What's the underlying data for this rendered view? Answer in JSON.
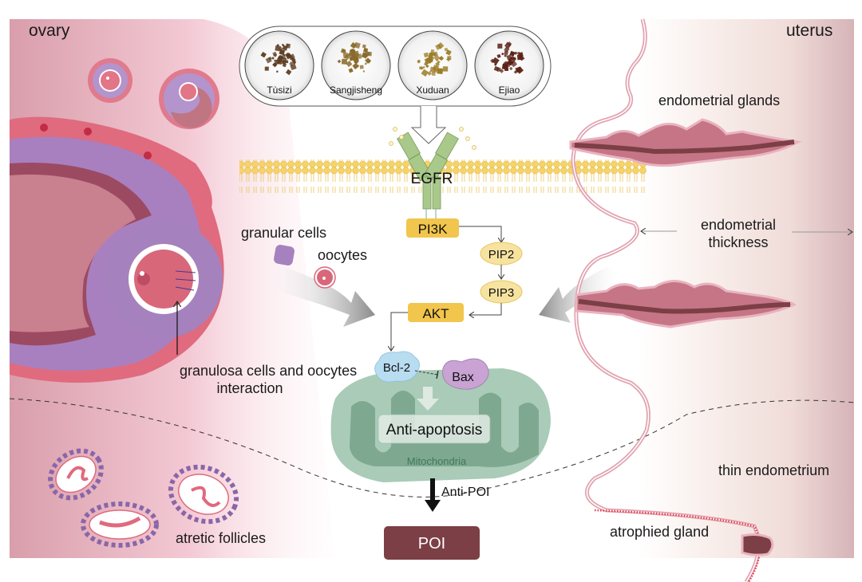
{
  "regions": {
    "ovary": "ovary",
    "uterus": "uterus"
  },
  "herbs": [
    {
      "name": "Tusizi",
      "display": "Tùsizi",
      "color": "#5a3a1e"
    },
    {
      "name": "Sangjisheng",
      "display": "Sangjisheng",
      "color": "#8a6a2a"
    },
    {
      "name": "Xuduan",
      "display": "Xuduan",
      "color": "#9a7a25"
    },
    {
      "name": "Ejiao",
      "display": "Ejiao",
      "color": "#5a2215"
    }
  ],
  "pathway": {
    "receptor": "EGFR",
    "pi3k": "PI3K",
    "pip2": "PIP2",
    "pip3": "PIP3",
    "akt": "AKT",
    "bcl2": "Bcl-2",
    "bax": "Bax",
    "anti_apoptosis": "Anti-apoptosis",
    "mitochondria": "Mitochondria",
    "anti_poi": "Anti-POI",
    "poi": "POI"
  },
  "ovary_labels": {
    "granular_cells": "granular cells",
    "oocytes": "oocytes",
    "interaction_line1": "granulosa cells and oocytes",
    "interaction_line2": "interaction",
    "atretic": "atretic follicles"
  },
  "uterus_labels": {
    "glands": "endometrial glands",
    "thickness_line1": "endometrial",
    "thickness_line2": "thickness",
    "thin": "thin endometrium",
    "atrophied": "atrophied gland"
  },
  "colors": {
    "ovary_bg_dark": "#dba2ae",
    "ovary_bg_light": "#fbe6ec",
    "uterus_bg_light": "#f8efec",
    "uterus_bg_dark": "#dcbcbe",
    "granulosa": "#a582bd",
    "oocyte": "#d9677a",
    "egfr": "#a8c98a",
    "node_yellow": "#f2c54c",
    "pip_fill": "#f7e3a0",
    "mito_outer": "#a9cbb7",
    "mito_inner": "#7fa891",
    "bcl2": "#b8dcf0",
    "bax": "#c9a3d3",
    "poi": "#7b3f45",
    "gland": "#9a4f5c"
  }
}
